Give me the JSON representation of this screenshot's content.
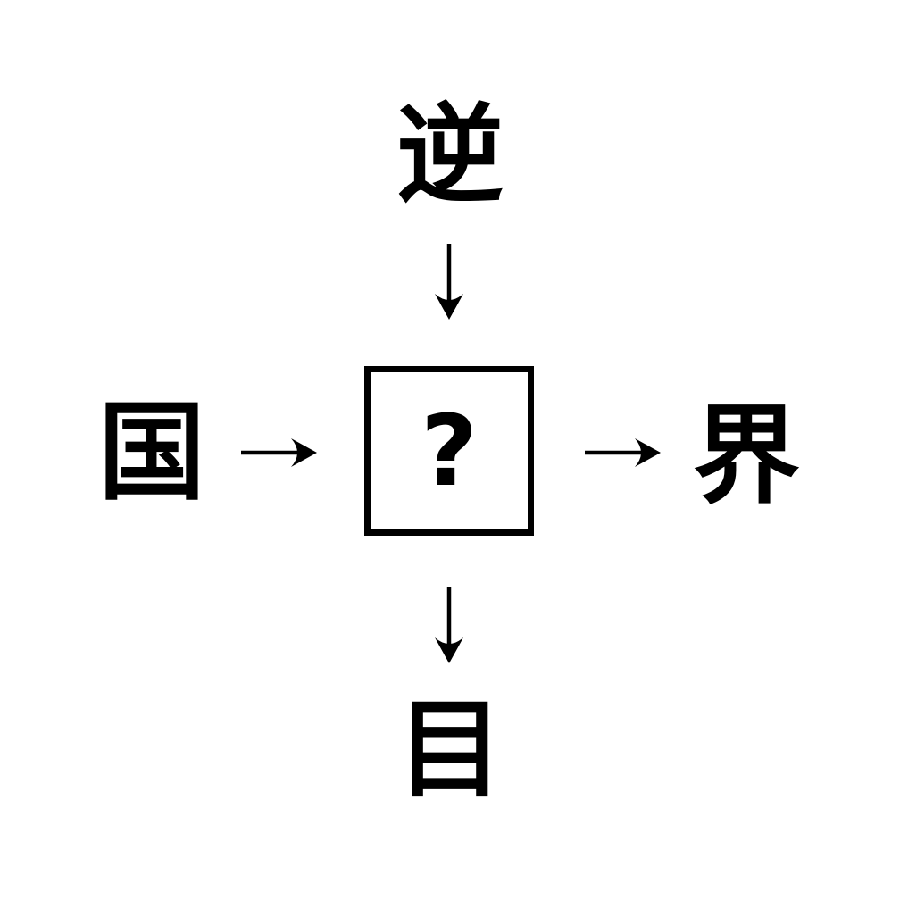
{
  "puzzle": {
    "top_kanji": "逆",
    "left_kanji": "国",
    "right_kanji": "界",
    "bottom_kanji": "目",
    "center_placeholder": "?"
  },
  "icons": {
    "arrow_down": "↓",
    "arrow_right": "→"
  },
  "colors": {
    "ink": "#000000",
    "background": "#ffffff"
  }
}
